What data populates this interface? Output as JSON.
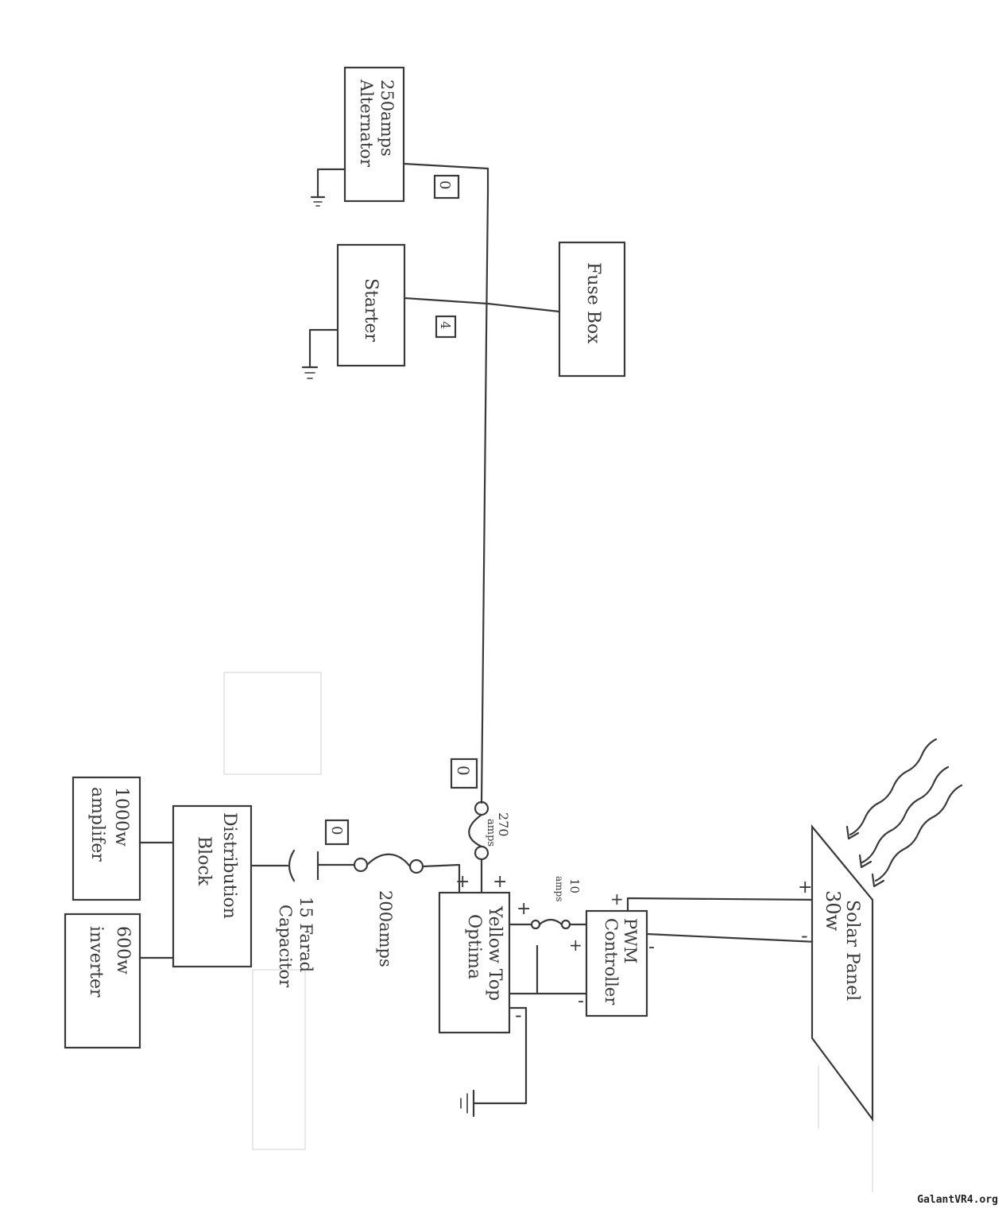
{
  "components": {
    "alternator": {
      "line1": "Alternator",
      "line2": "250amps"
    },
    "starter": {
      "label": "Starter"
    },
    "fuse_box": {
      "label": "Fuse Box"
    },
    "amplifier": {
      "line1": "1000w",
      "line2": "amplifer"
    },
    "inverter": {
      "line1": "600w",
      "line2": "inverter"
    },
    "distribution_block": {
      "line1": "Distribution",
      "line2": "Block"
    },
    "battery": {
      "line1": "Yellow Top",
      "line2": "Optima"
    },
    "controller": {
      "line1": "PWM",
      "line2": "Controller"
    },
    "solar_panel": {
      "line1": "Solar Panel",
      "line2": "30w"
    }
  },
  "wire_gauges": {
    "alternator_wire": "0",
    "starter_wire": "4",
    "main_wire": "0",
    "distribution_wire": "0"
  },
  "fuses": {
    "main_fuse": {
      "line1": "270",
      "line2": "amps"
    },
    "dist_fuse": "200amps",
    "solar_fuse": {
      "line1": "10",
      "line2": "amps"
    }
  },
  "capacitor": {
    "line1": "15 Farad",
    "line2": "Capacitor"
  },
  "polarity": {
    "plus": "+",
    "minus": "-"
  },
  "watermark": "GalantVR4.org"
}
